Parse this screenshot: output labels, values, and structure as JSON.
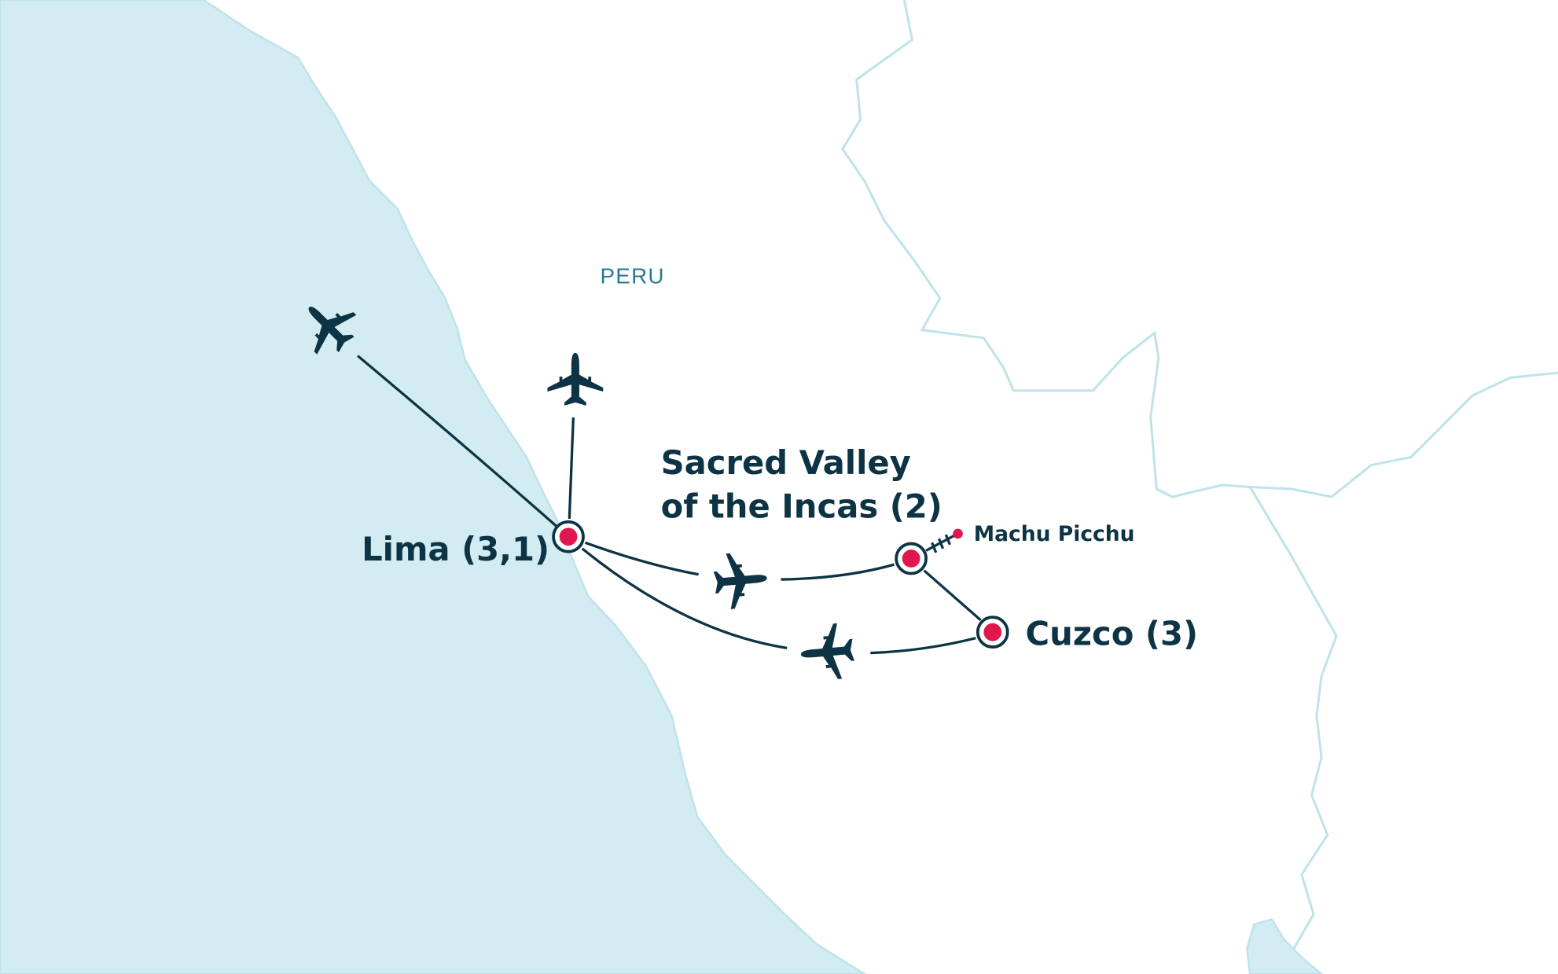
{
  "map": {
    "country_label": "PERU",
    "colors": {
      "sea": "#d3ecf1",
      "land": "#ffffff",
      "border": "#bfe3ea",
      "route": "#0d3444",
      "stop": "#e0174f",
      "label": "#0d3444",
      "country": "#2a7a96"
    },
    "stops": [
      {
        "name": "Lima (3,1)"
      },
      {
        "name_line1": "Sacred Valley",
        "name_line2": "of the Incas (2)"
      },
      {
        "name": "Cuzco (3)"
      },
      {
        "name": "Machu Picchu"
      }
    ],
    "icons": [
      "plane-icon",
      "rail-icon"
    ]
  }
}
